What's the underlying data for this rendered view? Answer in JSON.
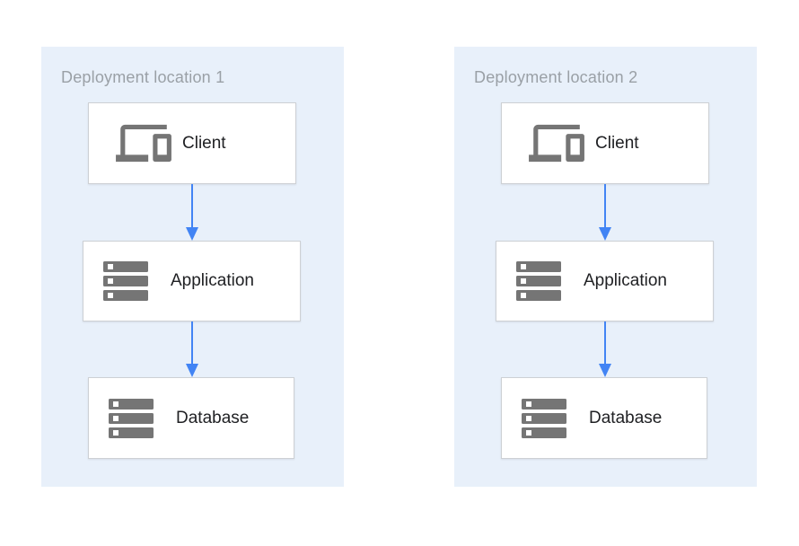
{
  "canvas": {
    "background": "#ffffff"
  },
  "colors": {
    "panel_bg": "#e8f0fa",
    "box_bg": "#ffffff",
    "box_border": "#cdd0d4",
    "arrow": "#4284f4",
    "title_text": "#9aa0a6",
    "label_text": "#202124",
    "icon_gray": "#757575"
  },
  "locations": [
    {
      "title": "Deployment location 1",
      "nodes": [
        {
          "label": "Client",
          "icon": "devices-icon"
        },
        {
          "label": "Application",
          "icon": "server-stack-icon"
        },
        {
          "label": "Database",
          "icon": "server-stack-icon"
        }
      ]
    },
    {
      "title": "Deployment location 2",
      "nodes": [
        {
          "label": "Client",
          "icon": "devices-icon"
        },
        {
          "label": "Application",
          "icon": "server-stack-icon"
        },
        {
          "label": "Database",
          "icon": "server-stack-icon"
        }
      ]
    }
  ]
}
